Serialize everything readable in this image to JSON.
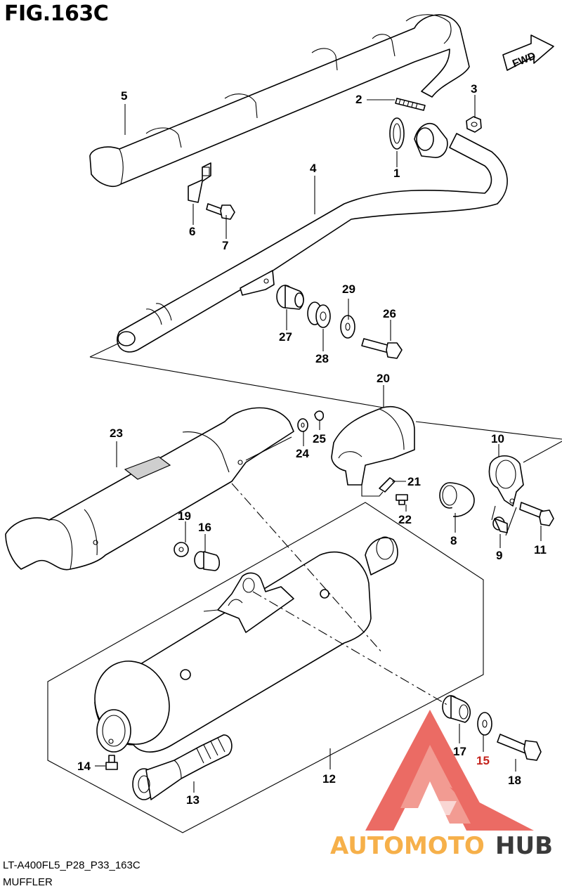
{
  "figure": {
    "title": "FIG.163C",
    "code": "LT-A400FL5_P28_P33_163C",
    "name": "MUFFLER",
    "direction_label": "FWD"
  },
  "watermark": {
    "brand_part1": "AUTOMOTO",
    "brand_part2": "HUB",
    "color_primary": "#e8524a",
    "color_secondary": "#f6b04a",
    "color_dark": "#3a3a3a"
  },
  "callouts": [
    {
      "id": "c1",
      "label": "1"
    },
    {
      "id": "c2",
      "label": "2"
    },
    {
      "id": "c3",
      "label": "3"
    },
    {
      "id": "c4",
      "label": "4"
    },
    {
      "id": "c5",
      "label": "5"
    },
    {
      "id": "c6",
      "label": "6"
    },
    {
      "id": "c7",
      "label": "7"
    },
    {
      "id": "c8",
      "label": "8"
    },
    {
      "id": "c9",
      "label": "9"
    },
    {
      "id": "c10",
      "label": "10"
    },
    {
      "id": "c11",
      "label": "11"
    },
    {
      "id": "c12",
      "label": "12"
    },
    {
      "id": "c13",
      "label": "13"
    },
    {
      "id": "c14",
      "label": "14"
    },
    {
      "id": "c15",
      "label": "15"
    },
    {
      "id": "c16",
      "label": "16"
    },
    {
      "id": "c17",
      "label": "17"
    },
    {
      "id": "c18",
      "label": "18"
    },
    {
      "id": "c19",
      "label": "19"
    },
    {
      "id": "c20",
      "label": "20"
    },
    {
      "id": "c21",
      "label": "21"
    },
    {
      "id": "c22",
      "label": "22"
    },
    {
      "id": "c23",
      "label": "23"
    },
    {
      "id": "c24",
      "label": "24"
    },
    {
      "id": "c25",
      "label": "25"
    },
    {
      "id": "c26",
      "label": "26"
    },
    {
      "id": "c27",
      "label": "27"
    },
    {
      "id": "c28",
      "label": "28"
    },
    {
      "id": "c29",
      "label": "29"
    }
  ]
}
